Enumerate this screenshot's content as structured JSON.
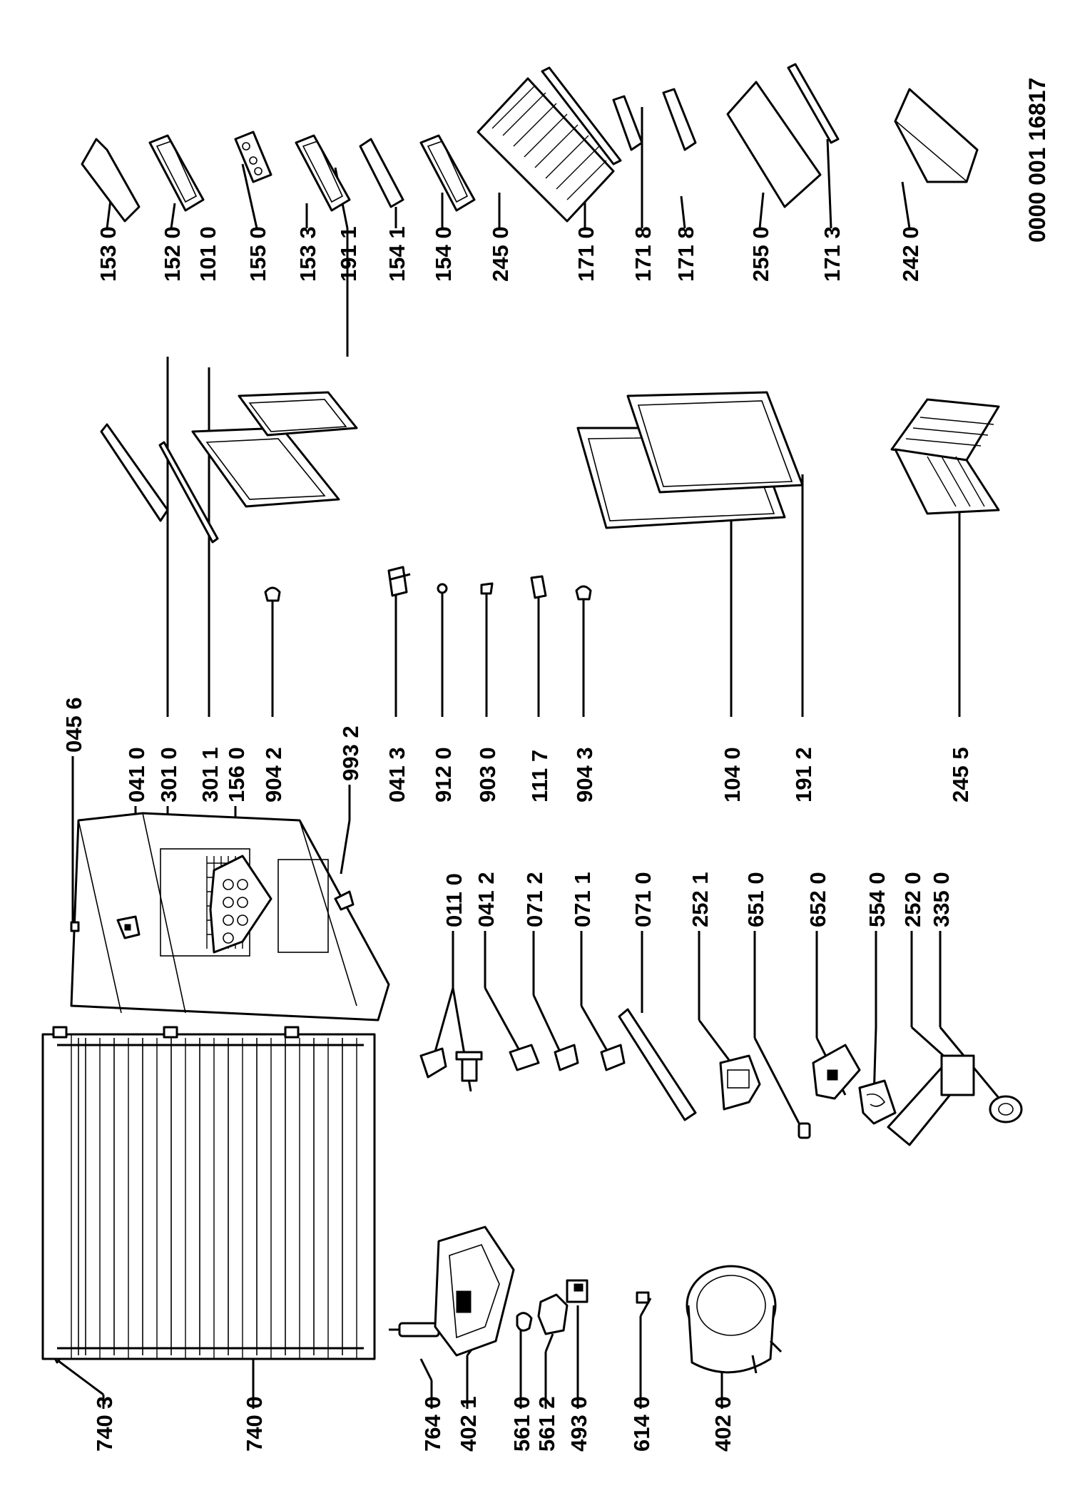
{
  "document_code": "0000 001 16817",
  "labels": {
    "l_153_0": "153 0",
    "l_152_0": "152 0",
    "l_101_0": "101 0",
    "l_155_0": "155 0",
    "l_153_3": "153 3",
    "l_191_1": "191 1",
    "l_154_1": "154 1",
    "l_154_0": "154 0",
    "l_245_0": "245 0",
    "l_171_0": "171 0",
    "l_171_8a": "171 8",
    "l_171_8b": "171 8",
    "l_255_0": "255 0",
    "l_171_3": "171 3",
    "l_242_0": "242 0",
    "l_045_6": "045 6",
    "l_041_0": "041 0",
    "l_301_0": "301 0",
    "l_301_1": "301 1",
    "l_156_0": "156 0",
    "l_904_2": "904 2",
    "l_993_2": "993 2",
    "l_041_3": "041 3",
    "l_912_0": "912 0",
    "l_903_0": "903 0",
    "l_111_7": "111 7",
    "l_904_3": "904 3",
    "l_104_0": "104 0",
    "l_191_2": "191 2",
    "l_245_5": "245 5",
    "l_011_0": "011 0",
    "l_041_2": "041 2",
    "l_071_2": "071 2",
    "l_071_1": "071 1",
    "l_071_0": "071 0",
    "l_252_1": "252 1",
    "l_651_0": "651 0",
    "l_652_0": "652 0",
    "l_554_0": "554 0",
    "l_252_0": "252 0",
    "l_335_0": "335 0",
    "l_740_3": "740 3",
    "l_740_0": "740 0",
    "l_764_0": "764 0",
    "l_402_1": "402 1",
    "l_561_0": "561 0",
    "l_561_2": "561 2",
    "l_493_0": "493 0",
    "l_614_0": "614 0",
    "l_402_0": "402 0"
  }
}
